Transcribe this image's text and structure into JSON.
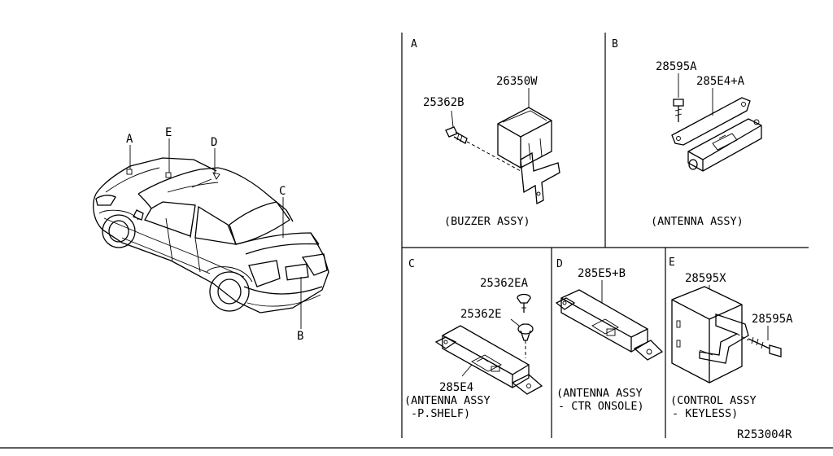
{
  "car": {
    "callouts": {
      "a": "A",
      "b": "B",
      "c": "C",
      "d": "D",
      "e": "E"
    }
  },
  "sections": {
    "a": {
      "letter": "A",
      "caption": "(BUZZER ASSY)",
      "parts": [
        "26350W",
        "25362B"
      ]
    },
    "b": {
      "letter": "B",
      "caption": "(ANTENNA ASSY)",
      "parts": [
        "28595A",
        "285E4+A"
      ]
    },
    "c": {
      "letter": "C",
      "caption_line1": "(ANTENNA ASSY",
      "caption_line2": "-P.SHELF)",
      "parts": [
        "25362EA",
        "25362E",
        "285E4"
      ]
    },
    "d": {
      "letter": "D",
      "caption_line1": "(ANTENNA ASSY",
      "caption_line2": "- CTR ONSOLE)",
      "parts": [
        "285E5+B"
      ]
    },
    "e": {
      "letter": "E",
      "caption_line1": "(CONTROL ASSY",
      "caption_line2": "- KEYLESS)",
      "parts": [
        "28595X",
        "28595A"
      ]
    }
  },
  "ref_code": "R253004R"
}
